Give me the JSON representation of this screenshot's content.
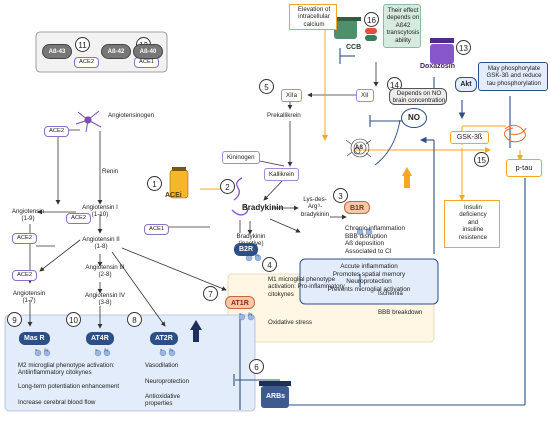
{
  "ab_processing": {
    "ab43": "Aß-43",
    "ab42": "Aß-42",
    "ab40": "Aß-40",
    "ace2": "ACE2",
    "ace1": "ACE1",
    "n11": "11",
    "n12": "12"
  },
  "ras": {
    "angiotensinogen": "Angiotensinogen",
    "renin": "Renin",
    "ang1": "Angiotensin I",
    "ang1_seq": "(1-10)",
    "ang2": "Angiotensin II",
    "ang2_seq": "(1-8)",
    "ang19": "Angiotensin",
    "ang19_seq": "(1-9)",
    "ang17": "Angiotensin",
    "ang17_seq": "(1-7)",
    "ang3": "Angiotensin III",
    "ang3_seq": "(2-8)",
    "ang4": "Angiotensin IV",
    "ang4_seq": "(3-8)",
    "ace2_a": "ACE2",
    "ace2_b": "ACE2",
    "ace2_c": "ACE2",
    "ace2_d": "ACE2",
    "ace1": "ACE1"
  },
  "kinin": {
    "xiia": "XIIa",
    "xii": "XII",
    "prekallikrein": "Prekallikrein",
    "kininogen": "Kininogen",
    "kallikrein": "Kallikrein",
    "bradykinin": "Bradykinin",
    "bradykinin_inactive": "Bradykinin",
    "inactive": "(inactive)",
    "lys_des": "Lys-des-",
    "arg": "Arg⁹-",
    "bradykinin2": "bradykinin"
  },
  "numbers": {
    "n1": "1",
    "n2": "2",
    "n3": "3",
    "n4": "4",
    "n5": "5",
    "n6": "6",
    "n7": "7",
    "n8": "8",
    "n9": "9",
    "n10": "10",
    "n13": "13",
    "n14": "14",
    "n15": "15",
    "n16": "16"
  },
  "drugs": {
    "acei": "ACEi",
    "arbs": "ARBs",
    "ccb": "CCB",
    "doxazosin": "Doxazosin"
  },
  "receptors": {
    "b1r": "B1R",
    "b2r": "B2R",
    "at1r": "AT1R",
    "masr": "Mas R",
    "at4r": "AT4R",
    "at2r": "AT2R",
    "akt": "Akt",
    "no": "NO",
    "gsk": "GSK-3ß",
    "ptau": "p-tau",
    "abeta": "Aß",
    "alpha": "α",
    "beta_gamma": "βγ"
  },
  "boxes": {
    "calcium": [
      "Elevation of",
      "intracellular",
      "calcium"
    ],
    "ab42": [
      "Their effect",
      "depends on",
      "Aß42",
      "transcytosis",
      "ability"
    ],
    "doxazosin": [
      "May phosphorylate",
      "GSK-3ß and reduce",
      "tau phosphorylation"
    ],
    "no_box": [
      "Depends on NO",
      "brain concentration"
    ],
    "b1r_effects": [
      "Chronic inflammation",
      "BBB disruption",
      "Aß deposition",
      "Associated to CI"
    ],
    "b2r_effects": [
      "Accute inflammation",
      "Promotes spatial memory",
      "Neuroprotection",
      "Prevents microglial activation"
    ],
    "insulin": [
      "Insulin",
      "deficiency",
      "and",
      "insuline",
      "resistence"
    ],
    "at1r_effects": [
      "M1 microglial phenotype",
      "activation: Pro-inflammatory",
      "citokynes"
    ],
    "ischemia": "Ischemia",
    "bbb": "BBB breakdown",
    "oxidative": "Oxidative stress",
    "masr_effects": [
      "M2 microglial phenotype activation:",
      "Antiinflammatory citokynes"
    ],
    "ltp": "Long-term potentiation enhancement",
    "cbf": "Increase cerebral blood flow",
    "vaso": "Vasodilation",
    "neuro": "Neuroprotection",
    "antiox": [
      "Antioxidative",
      "properties"
    ]
  },
  "colors": {
    "orange": "#f5a623",
    "blue": "#2c4f86",
    "red": "#c62828",
    "green": "#3d7a57",
    "purple": "#7a4fb0",
    "pale_blue": "#e3ecfb",
    "pale_orange": "#fff4dc"
  }
}
